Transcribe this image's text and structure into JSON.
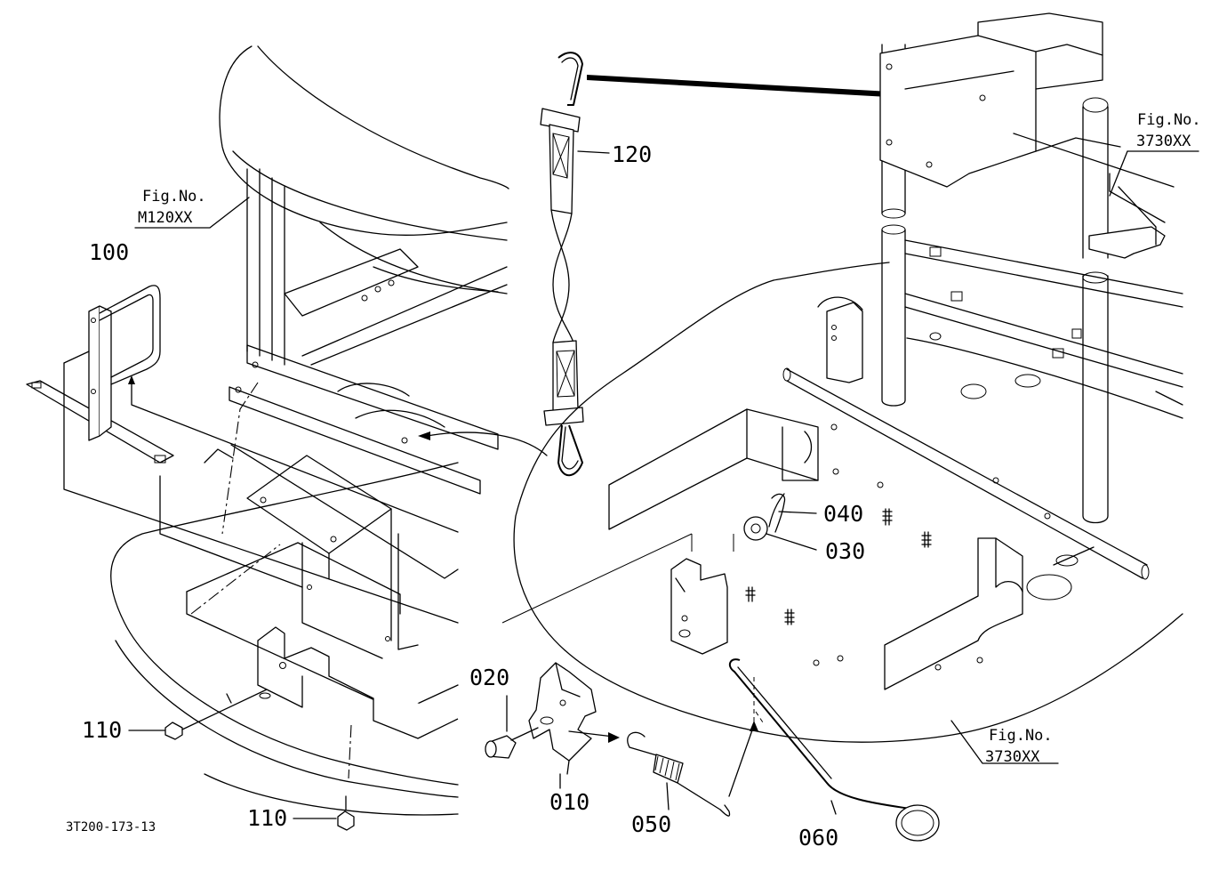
{
  "labels": {
    "part_010": "010",
    "part_020": "020",
    "part_030": "030",
    "part_040": "040",
    "part_050": "050",
    "part_060": "060",
    "part_100": "100",
    "part_110_a": "110",
    "part_110_b": "110",
    "part_120": "120"
  },
  "fig_refs": {
    "left": {
      "line1": "Fig.No.",
      "line2": "M120XX"
    },
    "top_right": {
      "line1": "Fig.No.",
      "line2": "3730XX"
    },
    "bottom_right": {
      "line1": "Fig.No.",
      "line2": "3730XX"
    }
  },
  "drawing_code": "3T200-173-13",
  "colors": {
    "line": "#000000",
    "background": "#ffffff"
  }
}
